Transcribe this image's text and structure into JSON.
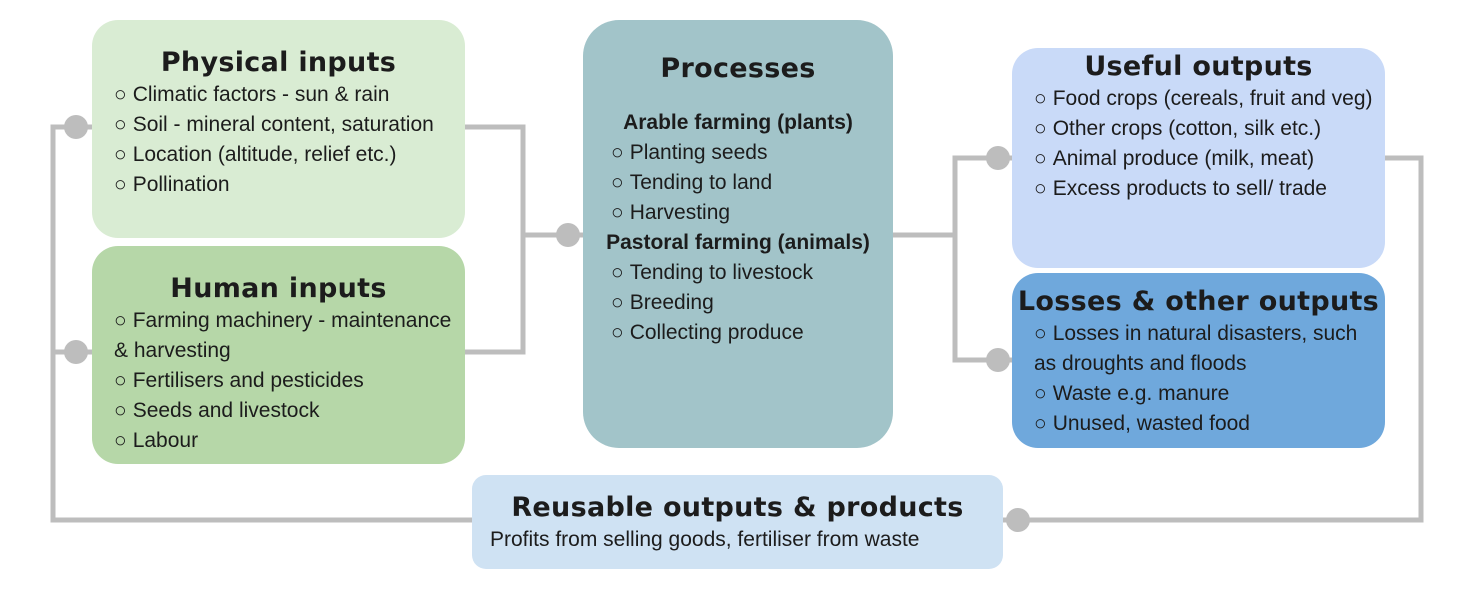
{
  "physical_inputs": {
    "title": "Physical inputs",
    "items": [
      "Climatic factors - sun & rain",
      "Soil - mineral content, saturation",
      "Location (altitude, relief etc.)",
      "Pollination"
    ]
  },
  "human_inputs": {
    "title": "Human inputs",
    "items": [
      "Farming machinery - maintenance & harvesting",
      "Fertilisers and pesticides",
      "Seeds and livestock",
      "Labour"
    ]
  },
  "processes": {
    "title": "Processes",
    "arable_heading": "Arable farming (plants)",
    "arable_items": [
      "Planting seeds",
      "Tending to land",
      "Harvesting"
    ],
    "pastoral_heading": "Pastoral farming (animals)",
    "pastoral_items": [
      "Tending to livestock",
      "Breeding",
      "Collecting produce"
    ]
  },
  "useful_outputs": {
    "title": "Useful outputs",
    "items": [
      "Food crops (cereals, fruit and veg)",
      "Other crops (cotton, silk etc.)",
      "Animal produce (milk, meat)",
      "Excess products to sell/ trade"
    ]
  },
  "losses_outputs": {
    "title": "Losses & other outputs",
    "items": [
      "Losses in natural disasters, such as droughts and floods",
      "Waste e.g. manure",
      "Unused, wasted food"
    ]
  },
  "reusable_outputs": {
    "title": "Reusable outputs & products",
    "description": "Profits from selling goods, fertiliser from waste"
  },
  "bullet_glyph": "○",
  "colors": {
    "physical": "#d9ecd3",
    "human": "#b6d7a8",
    "processes": "#a2c4c9",
    "useful": "#c9daf8",
    "losses": "#6fa8dc",
    "reusable": "#cfe2f3",
    "connector": "#bdbdbd"
  }
}
